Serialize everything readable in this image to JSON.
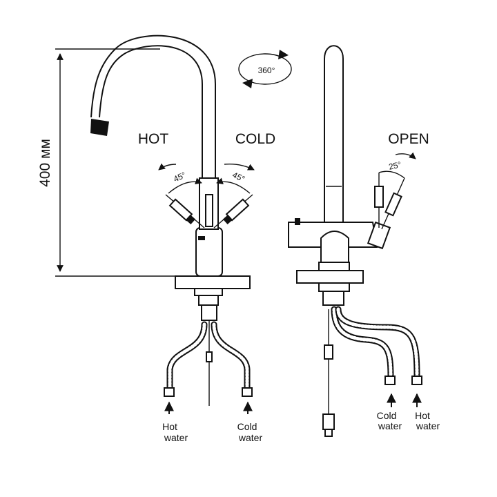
{
  "dimension": {
    "height_label": "400 мм"
  },
  "rotation": {
    "label": "360°"
  },
  "front_view": {
    "hot_label": "HOT",
    "cold_label": "COLD",
    "hot_angle": "45°",
    "cold_angle": "45°",
    "hot_water_label": [
      "Hot",
      "water"
    ],
    "cold_water_label": [
      "Cold",
      "water"
    ]
  },
  "side_view": {
    "open_label": "OPEN",
    "open_angle": "25°",
    "cold_water_label": [
      "Cold",
      "water"
    ],
    "hot_water_label": [
      "Hot",
      "water"
    ]
  },
  "colors": {
    "ink": "#111111",
    "background": "#ffffff"
  }
}
